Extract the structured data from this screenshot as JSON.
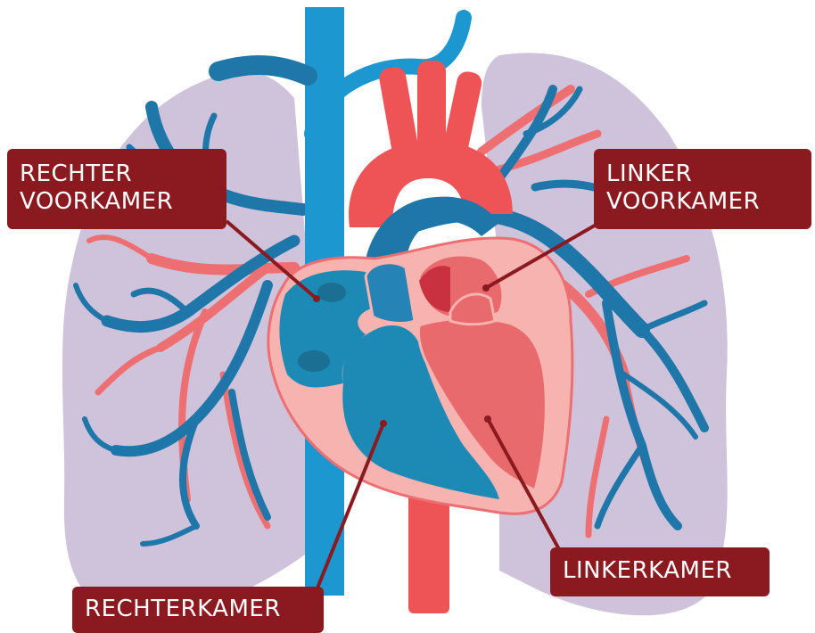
{
  "labels": {
    "right_atrium": [
      "RECHTER",
      "VOORKAMER"
    ],
    "left_atrium": [
      "LINKER",
      "VOORKAMER"
    ],
    "left_ventricle": "LINKERKAMER",
    "right_ventricle": "RECHTERKAMER"
  },
  "colors": {
    "lungs": "#cfc3dc",
    "vein_blue": "#1f76a8",
    "vena_cava": "#1c97d0",
    "artery_red": "#ee5356",
    "heart_pink": "#f6b3b0",
    "label_bg": "#8a1a1f",
    "leader_line": "#8a1a1f"
  }
}
